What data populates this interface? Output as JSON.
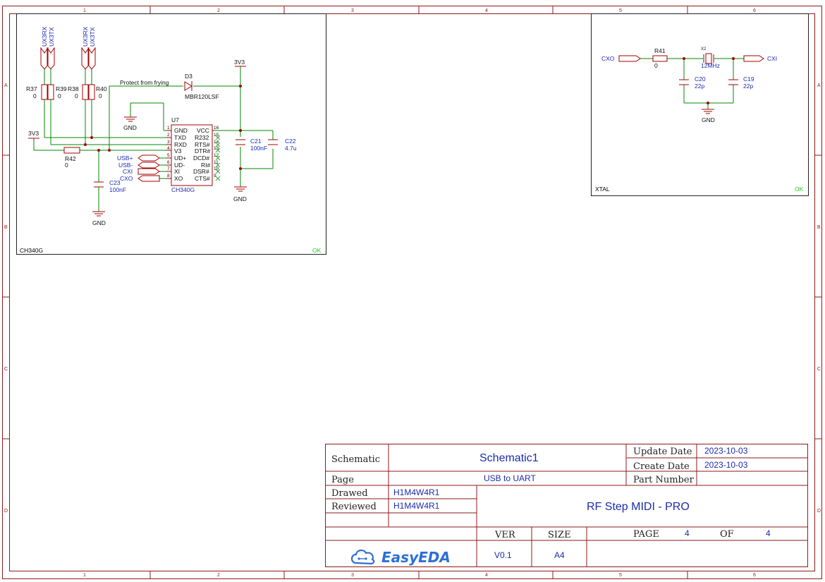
{
  "zones": {
    "columns": [
      "1",
      "2",
      "3",
      "4",
      "5",
      "6"
    ],
    "rows": [
      "A",
      "B",
      "C",
      "D"
    ]
  },
  "ch340_block": {
    "name": "CH340G",
    "status": "OK",
    "ic": {
      "ref": "U7",
      "value": "CH340G",
      "pins_left": [
        {
          "num": "1",
          "name": "GND"
        },
        {
          "num": "2",
          "name": "TXD"
        },
        {
          "num": "3",
          "name": "RXD"
        },
        {
          "num": "4",
          "name": "V3"
        },
        {
          "num": "5",
          "name": "UD+"
        },
        {
          "num": "6",
          "name": "UD-"
        },
        {
          "num": "7",
          "name": "XI"
        },
        {
          "num": "8",
          "name": "XO"
        }
      ],
      "pins_right": [
        {
          "num": "16",
          "name": "VCC"
        },
        {
          "num": "15",
          "name": "R232"
        },
        {
          "num": "14",
          "name": "RTS#"
        },
        {
          "num": "13",
          "name": "DTR#"
        },
        {
          "num": "12",
          "name": "DCD#"
        },
        {
          "num": "11",
          "name": "RI#"
        },
        {
          "num": "10",
          "name": "DSR#"
        },
        {
          "num": "9",
          "name": "CTS#"
        }
      ]
    },
    "nets": {
      "ux3rx_1": "UX3RX",
      "ux3tx_1": "UX3TX",
      "ux3rx_2": "UX3RX",
      "ux3tx_2": "UX3TX",
      "v3v3_left": "3V3",
      "v3v3_top": "3V3",
      "gnd_ic": "GND",
      "gnd_c23": "GND",
      "gnd_right": "GND",
      "usb_p": "USB+",
      "usb_m": "USB-",
      "cxi": "CXI",
      "cxo": "CXO"
    },
    "parts": {
      "r37": {
        "ref": "R37",
        "value": "0"
      },
      "r39": {
        "ref": "R39",
        "value": "0"
      },
      "r38": {
        "ref": "R38",
        "value": "0"
      },
      "r40": {
        "ref": "R40",
        "value": "0"
      },
      "r42": {
        "ref": "R42",
        "value": "0"
      },
      "d3": {
        "ref": "D3",
        "value": "MBR120LSF"
      },
      "c21": {
        "ref": "C21",
        "value": "100nF"
      },
      "c22": {
        "ref": "C22",
        "value": "4.7u"
      },
      "c23": {
        "ref": "C23",
        "value": "100nF"
      }
    },
    "note": "Protect from frying"
  },
  "xtal_block": {
    "name": "XTAL",
    "status": "OK",
    "nets": {
      "cxo": "CXO",
      "cxi": "CXI",
      "gnd": "GND"
    },
    "parts": {
      "r41": {
        "ref": "R41",
        "value": "0"
      },
      "x2": {
        "ref": "X2",
        "value": "12MHz"
      },
      "c20": {
        "ref": "C20",
        "value": "22p"
      },
      "c19": {
        "ref": "C19",
        "value": "22p"
      }
    }
  },
  "title_block": {
    "schematic_label": "Schematic",
    "schematic_value": "Schematic1",
    "update_label": "Update Date",
    "update_value": "2023-10-03",
    "create_label": "Create Date",
    "create_value": "2023-10-03",
    "page_label": "Page",
    "page_value": "USB to UART",
    "part_number_label": "Part Number",
    "part_number_value": "",
    "drawed_label": "Drawed",
    "drawed_value": "H1M4W4R1",
    "reviewed_label": "Reviewed",
    "reviewed_value": "H1M4W4R1",
    "project": "RF Step MIDI - PRO",
    "ver_label": "VER",
    "ver_value": "V0.1",
    "size_label": "SIZE",
    "size_value": "A4",
    "page_no_label": "PAGE",
    "page_no_value": "4",
    "of_label": "OF",
    "of_value": "4",
    "logo": "EasyEDA"
  }
}
